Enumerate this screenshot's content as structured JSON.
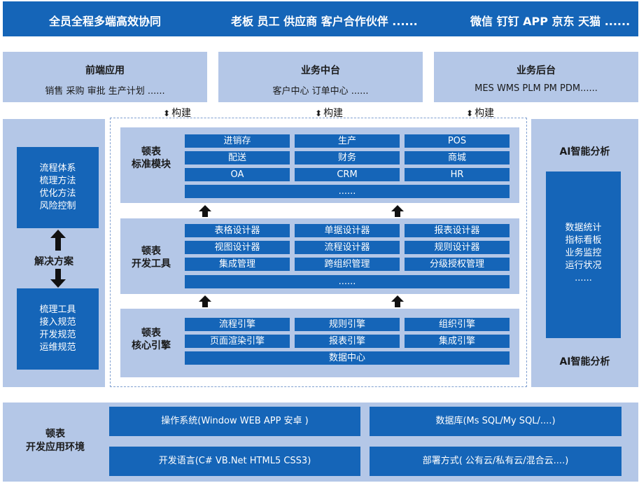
{
  "top_bar": {
    "left": "全员全程多端高效协同",
    "center": "老板 员工 供应商 客户合作伙伴 ......",
    "right": "微信 钉钉 APP 京东 天猫 ......"
  },
  "headers": [
    {
      "title": "前端应用",
      "subtitle": "销售 采购 审批 生产计划 ......"
    },
    {
      "title": "业务中台",
      "subtitle": "客户中心 订单中心 ......"
    },
    {
      "title": "业务后台",
      "subtitle": "MES WMS PLM PM PDM......"
    }
  ],
  "build_label": "构建",
  "build_arrow": "⬍",
  "left_panel": {
    "top_box": [
      "流程体系",
      "梳理方法",
      "优化方法",
      "风险控制"
    ],
    "middle_label": "解决方案",
    "bottom_box": [
      "梳理工具",
      "接入规范",
      "开发规范",
      "运维规范"
    ]
  },
  "right_panel": {
    "top_label": "AI智能分析",
    "box": [
      "数据统计",
      "指标看板",
      "业务监控",
      "运行状况",
      "......"
    ],
    "bottom_label": "AI智能分析"
  },
  "standard_modules": {
    "label": [
      "顿表",
      "标准模块"
    ],
    "cells": [
      "进销存",
      "生产",
      "POS",
      "配送",
      "财务",
      "商城",
      "OA",
      "CRM",
      "HR"
    ],
    "more": "......"
  },
  "dev_tools": {
    "label": [
      "顿表",
      "开发工具"
    ],
    "cells": [
      "表格设计器",
      "单据设计器",
      "报表设计器",
      "视图设计器",
      "流程设计器",
      "规则设计器",
      "集成管理",
      "跨组织管理",
      "分级授权管理"
    ],
    "more": "......"
  },
  "core_engine": {
    "label": [
      "顿表",
      "核心引擎"
    ],
    "cells": [
      "流程引擎",
      "规则引擎",
      "组织引擎",
      "页面渲染引擎",
      "报表引擎",
      "集成引擎"
    ],
    "data_center": "数据中心"
  },
  "environment": {
    "label": [
      "顿表",
      "开发应用环境"
    ],
    "cells": [
      "操作系统(Window WEB APP 安卓 )",
      "数据库(Ms SQL/My SQL/....)",
      "开发语言(C# VB.Net HTML5 CSS3)",
      "部署方式( 公有云/私有云/混合云....)"
    ]
  },
  "colors": {
    "dark_blue": "#1565b8",
    "light_blue": "#b4c7e7"
  }
}
